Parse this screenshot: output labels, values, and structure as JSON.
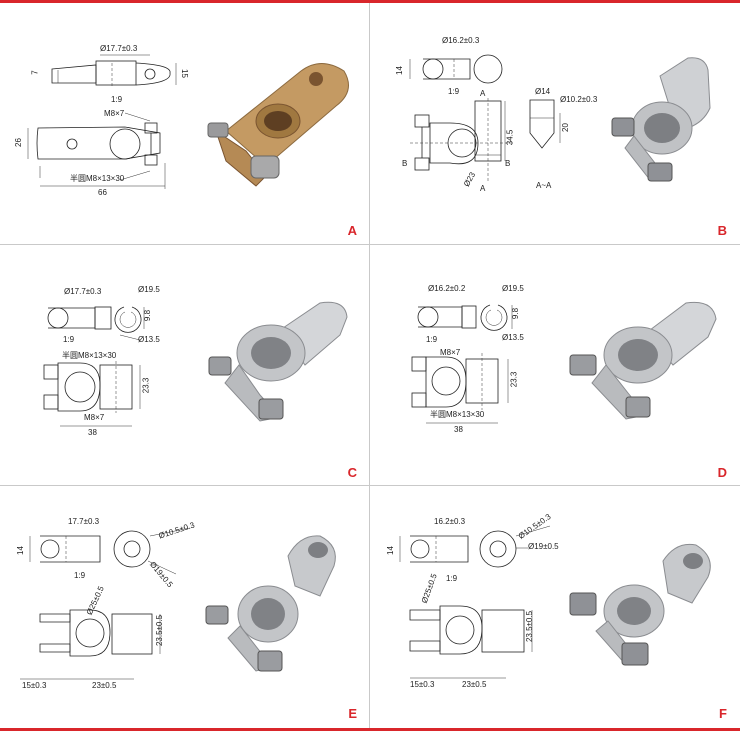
{
  "colors": {
    "accent": "#d9262b",
    "brass": "#c49a63",
    "alloy": "#c9cbce"
  },
  "panels": [
    {
      "letter": "A",
      "labels": [
        "Ø17.7±0.3",
        "7",
        "15",
        "1:9",
        "M8×7",
        "26",
        "半圆M8×13×30",
        "66"
      ]
    },
    {
      "letter": "B",
      "labels": [
        "Ø16.2±0.3",
        "14",
        "1:9",
        "A",
        "A",
        "Ø14",
        "Ø10.2±0.3",
        "20",
        "34.5",
        "B",
        "B",
        "Ø23",
        "A~A"
      ]
    },
    {
      "letter": "C",
      "labels": [
        "Ø17.7±0.3",
        "Ø19.5",
        "9.8",
        "Ø13.5",
        "1:9",
        "半圆M8×13×30",
        "23.3",
        "M8×7",
        "38"
      ]
    },
    {
      "letter": "D",
      "labels": [
        "Ø16.2±0.2",
        "Ø19.5",
        "9.8",
        "Ø13.5",
        "1:9",
        "M8×7",
        "23.3",
        "半圆M8×13×30",
        "38"
      ]
    },
    {
      "letter": "E",
      "labels": [
        "17.7±0.3",
        "14",
        "Ø10.5±0.3",
        "Ø19±0.5",
        "1:9",
        "Ø25±0.5",
        "23.5±0.5",
        "15±0.3",
        "23±0.5"
      ]
    },
    {
      "letter": "F",
      "labels": [
        "16.2±0.3",
        "14",
        "Ø10.5±0.3",
        "Ø19±0.5",
        "1:9",
        "Ø25±0.5",
        "23.5±0.5",
        "15±0.3",
        "23±0.5"
      ]
    }
  ]
}
